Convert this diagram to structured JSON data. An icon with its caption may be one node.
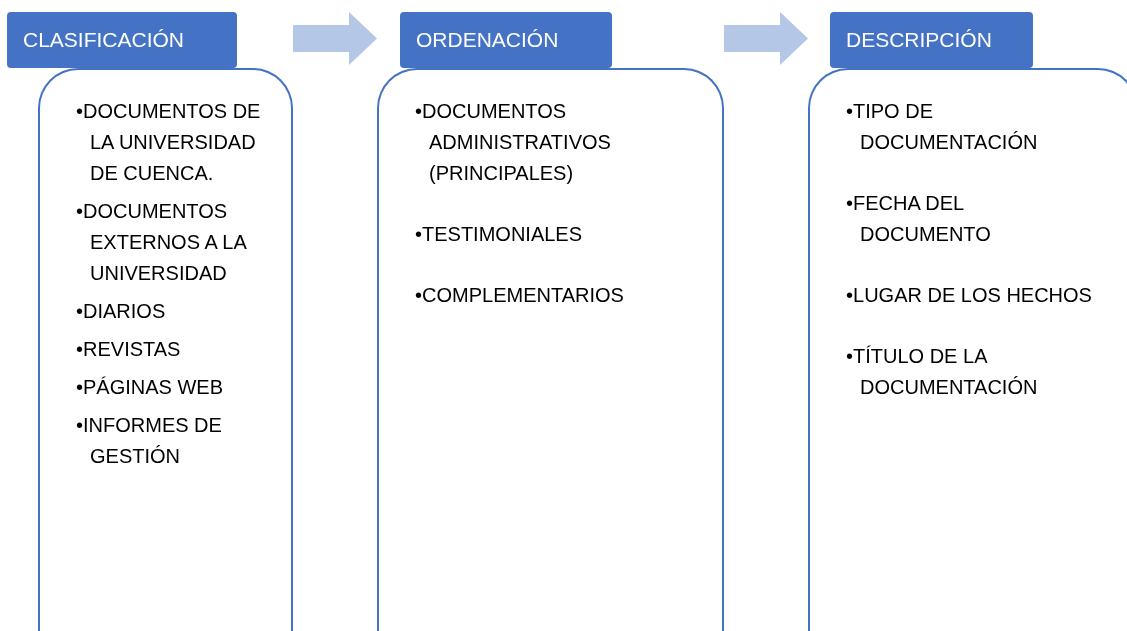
{
  "diagram": {
    "nodes": [
      {
        "text": [
          "CLASIFICACIÓN"
        ]
      },
      {
        "text": [
          "•DOCUMENTOS DE LA UNIVERSIDAD DE CUENCA.",
          "•DOCUMENTOS EXTERNOS A LA UNIVERSIDAD",
          "•DIARIOS",
          "•REVISTAS",
          "•PÁGINAS WEB",
          "•INFORMES DE GESTIÓN"
        ]
      },
      {
        "text": [
          "ORDENACIÓN"
        ]
      },
      {
        "text": [
          "•DOCUMENTOS ADMINISTRATIVOS (PRINCIPALES)",
          "•TESTIMONIALES",
          "•COMPLEMENTARIOS"
        ]
      },
      {
        "text": [
          "DESCRIPCIÓN"
        ]
      },
      {
        "text": [
          "•TIPO DE DOCUMENTACIÓN",
          "•FECHA DEL DOCUMENTO",
          "•LUGAR DE LOS HECHOS",
          "•TÍTULO DE LA DOCUMENTACIÓN"
        ]
      }
    ],
    "edges": [
      {
        "from": 1,
        "to": 3,
        "arrow": "to"
      },
      {
        "from": 3,
        "to": 5,
        "arrow": "to"
      }
    ]
  }
}
